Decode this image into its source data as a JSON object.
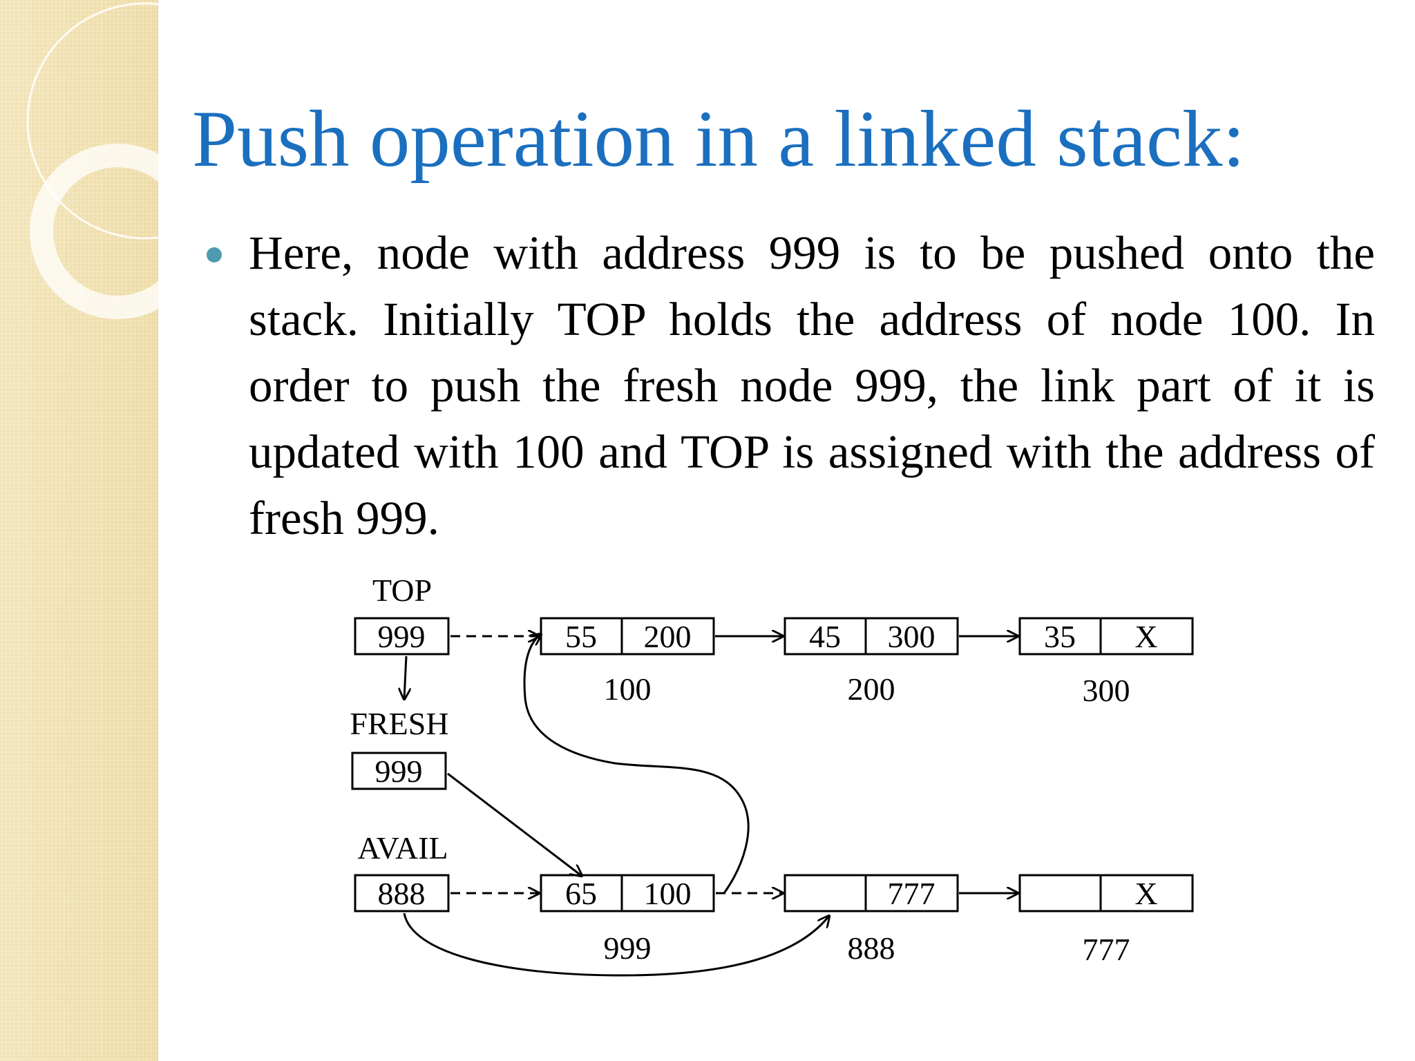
{
  "slide": {
    "title": "Push operation in a linked stack:",
    "bullet": "Here, node with address 999 is to be pushed onto the stack. Initially TOP holds the address of node 100. In order to push the fresh node 999, the link part of it is updated with 100 and TOP is assigned with the address of fresh 999."
  },
  "diagram": {
    "pointers": {
      "top": {
        "label": "TOP",
        "value": "999"
      },
      "fresh": {
        "label": "FRESH",
        "value": "999"
      },
      "avail": {
        "label": "AVAIL",
        "value": "888"
      }
    },
    "stack_nodes": [
      {
        "data": "55",
        "link": "200",
        "address": "100"
      },
      {
        "data": "45",
        "link": "300",
        "address": "200"
      },
      {
        "data": "35",
        "link": "X",
        "address": "300"
      }
    ],
    "avail_nodes": [
      {
        "data": "65",
        "link": "100",
        "address": "999"
      },
      {
        "data": "",
        "link": "777",
        "address": "888"
      },
      {
        "data": "",
        "link": "X",
        "address": "777"
      }
    ]
  },
  "colors": {
    "title": "#1b6fbf",
    "bullet": "#4d9bb0",
    "sidebar": "#f1e2b6"
  }
}
